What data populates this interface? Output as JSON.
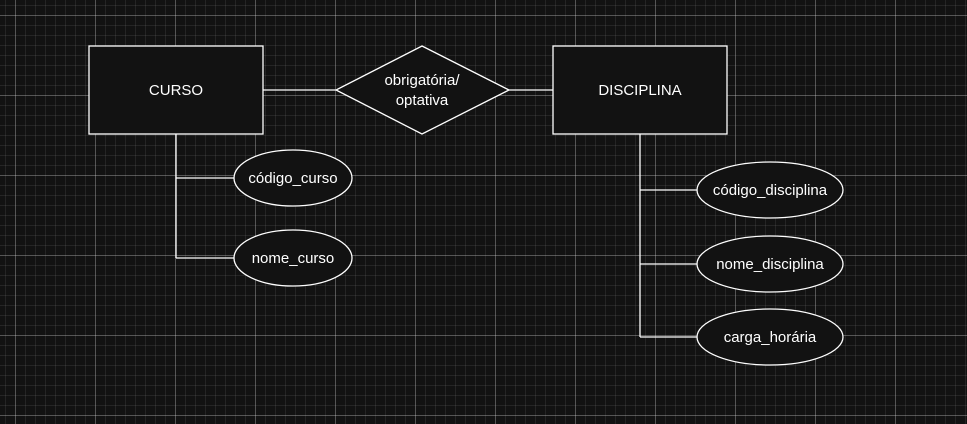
{
  "entities": {
    "curso": "CURSO",
    "disciplina": "DISCIPLINA"
  },
  "relationship": {
    "line1": "obrigatória/",
    "line2": "optativa"
  },
  "attributes": {
    "curso": [
      "código_curso",
      "nome_curso"
    ],
    "disciplina": [
      "código_disciplina",
      "nome_disciplina",
      "carga_horária"
    ]
  },
  "colors": {
    "background": "#121212",
    "stroke": "#ffffff",
    "text": "#ffffff"
  }
}
